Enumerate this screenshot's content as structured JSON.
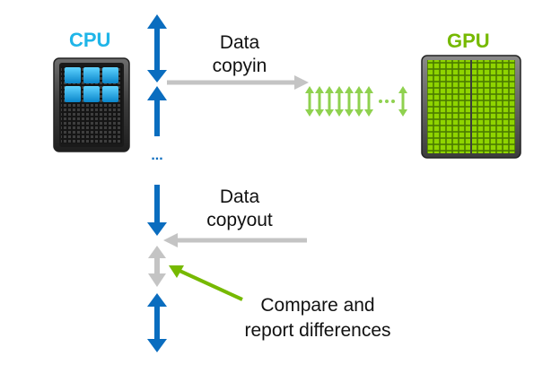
{
  "cpu": {
    "label": "CPU",
    "icon": "cpu-chip-icon",
    "color": "#1fb5e8"
  },
  "gpu": {
    "label": "GPU",
    "icon": "gpu-chip-icon",
    "color": "#76b900"
  },
  "copyin": {
    "line1": "Data",
    "line2": "copyin"
  },
  "copyout": {
    "line1": "Data",
    "line2": "copyout"
  },
  "compare": {
    "line1": "Compare and",
    "line2": "report differences"
  },
  "timeline": {
    "ellipsis": "..."
  },
  "colors": {
    "timeline_blue": "#0a6dbf",
    "transfer_gray": "#c4c4c4",
    "parallel_green": "#8fd14f",
    "pointer_green": "#76b900"
  }
}
